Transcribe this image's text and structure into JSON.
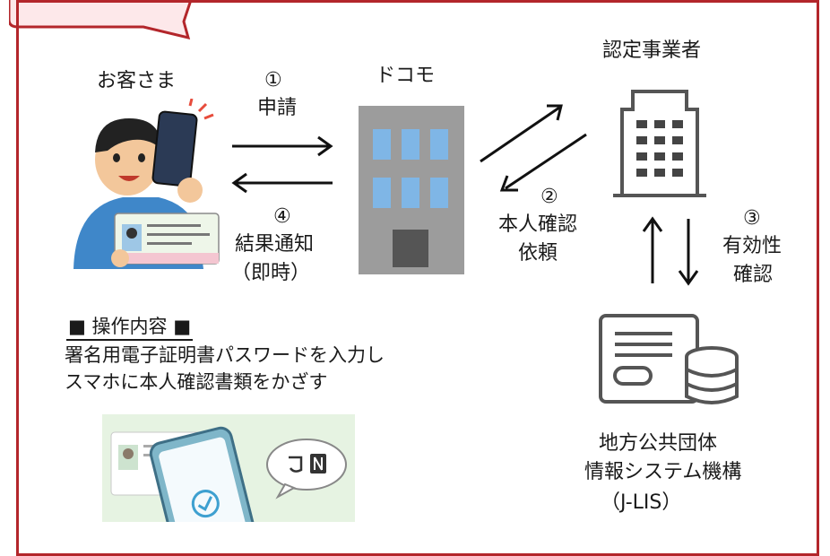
{
  "labels": {
    "customer": "お客さま",
    "docomo": "ドコモ",
    "certifier": "認定事業者",
    "step1_num": "①",
    "step1_text": "申請",
    "step2_num": "②",
    "step2_line1": "本人確認",
    "step2_line2": "依頼",
    "step3_num": "③",
    "step3_line1": "有効性",
    "step3_line2": "確認",
    "step4_num": "④",
    "step4_line1": "結果通知",
    "step4_line2": "（即時）",
    "jlis_line1": "地方公共団体",
    "jlis_line2": "情報システム機構",
    "jlis_line3": "（J-LIS）"
  },
  "operation": {
    "title": "■ 操作内容 ■",
    "line1": "署名用電子証明書パスワードを入力し",
    "line2": "スマホに本人確認書類をかざす"
  },
  "colors": {
    "frame": "#b3262b",
    "bubble_fill": "#fde8ea",
    "building_blue": "#7fb6e6",
    "building_gray": "#9a9a9a",
    "icon_gray": "#555555"
  },
  "icons": {
    "customer": "person-with-smartphone-and-mynumber-card",
    "docomo": "office-building",
    "certifier": "building-icon",
    "jlis": "server-database-icon",
    "phone_scan": "smartphone-nfc-scan-illustration"
  }
}
